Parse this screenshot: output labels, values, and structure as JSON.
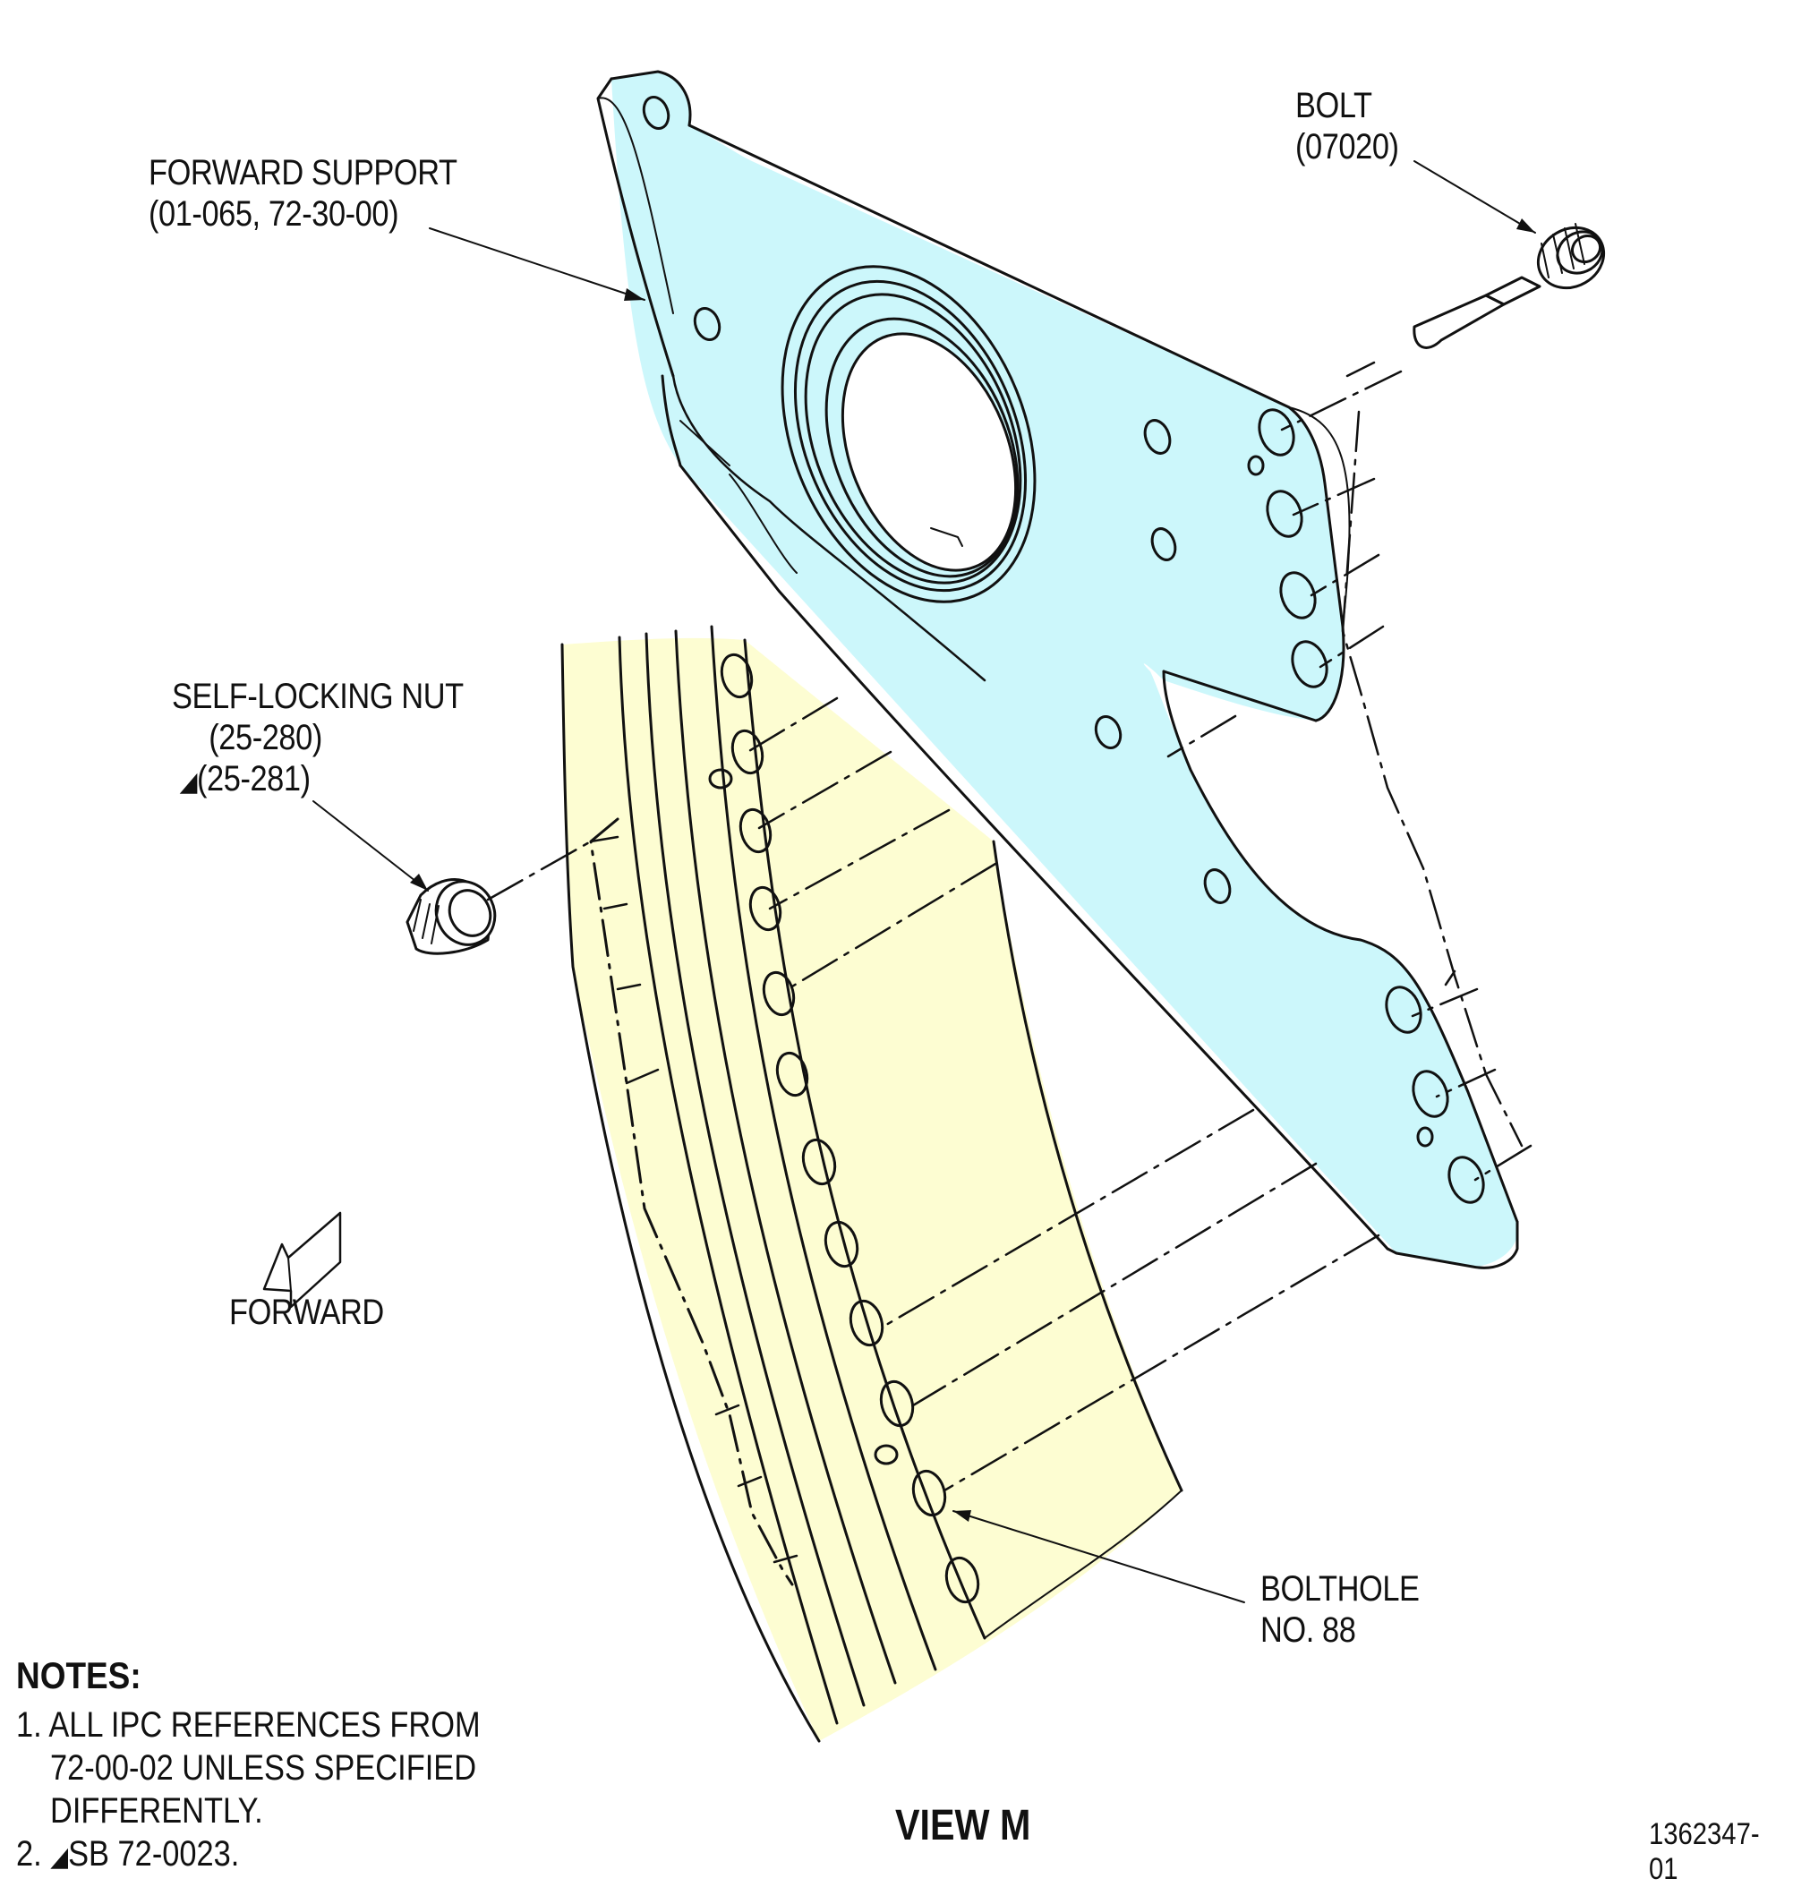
{
  "labels": {
    "forward_support": {
      "line1": "FORWARD SUPPORT",
      "line2": "(01-065, 72-30-00)"
    },
    "bolt": {
      "line1": "BOLT",
      "line2": "(07020)"
    },
    "self_locking_nut": {
      "line1": "SELF-LOCKING NUT",
      "line2": "(25-280)",
      "line3": "(25-281)"
    },
    "forward_arrow": "FORWARD",
    "bolthole": {
      "line1": "BOLTHOLE",
      "line2": "NO. 88"
    }
  },
  "notes": {
    "title": "NOTES:",
    "items": [
      "1. ALL IPC REFERENCES FROM",
      "72-00-02 UNLESS SPECIFIED",
      "DIFFERENTLY.",
      "2.",
      "SB 72-0023."
    ]
  },
  "view_title": "VIEW M",
  "drawing_number": "1362347-01",
  "colors": {
    "support_fill": "#ccf7fb",
    "flange_fill": "#fdfdd2",
    "line": "#111111"
  },
  "icons": {
    "forward": "forward-arrow-icon",
    "service_bulletin": "triangle-flag-icon"
  }
}
